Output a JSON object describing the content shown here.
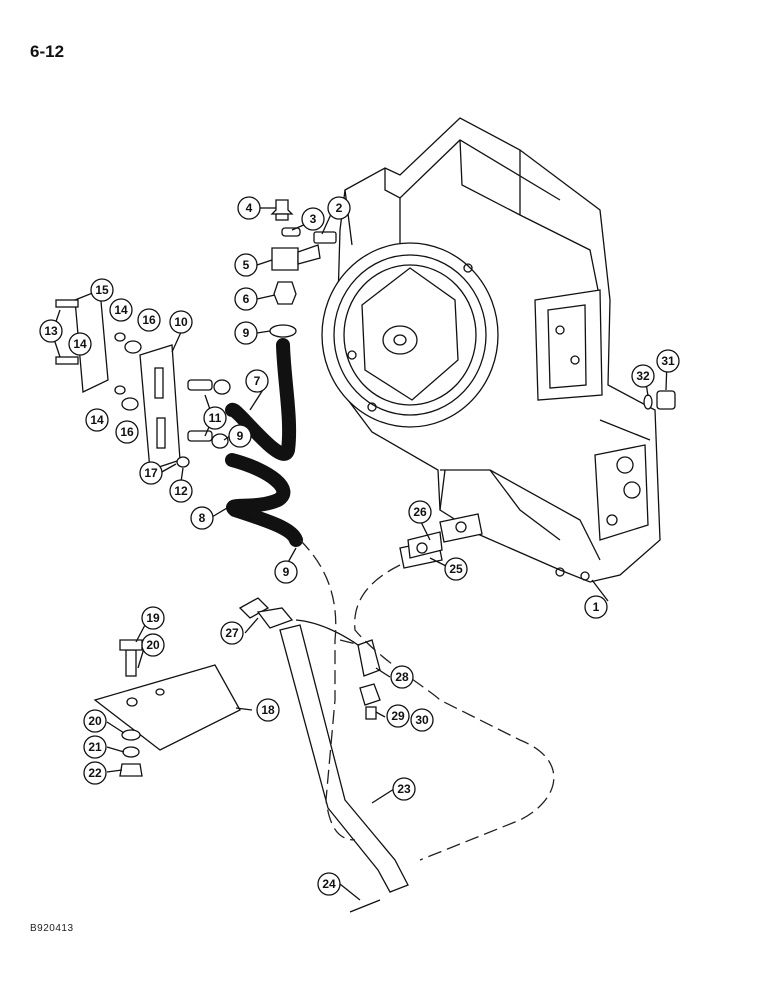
{
  "page_number": "6-12",
  "figure_code": "B920413",
  "callouts": [
    "1",
    "2",
    "3",
    "4",
    "5",
    "6",
    "7",
    "8",
    "9",
    "9",
    "9",
    "10",
    "11",
    "12",
    "13",
    "14",
    "14",
    "14",
    "15",
    "16",
    "16",
    "17",
    "18",
    "19",
    "20",
    "20",
    "21",
    "22",
    "23",
    "24",
    "25",
    "26",
    "27",
    "28",
    "29",
    "30",
    "31",
    "32"
  ]
}
